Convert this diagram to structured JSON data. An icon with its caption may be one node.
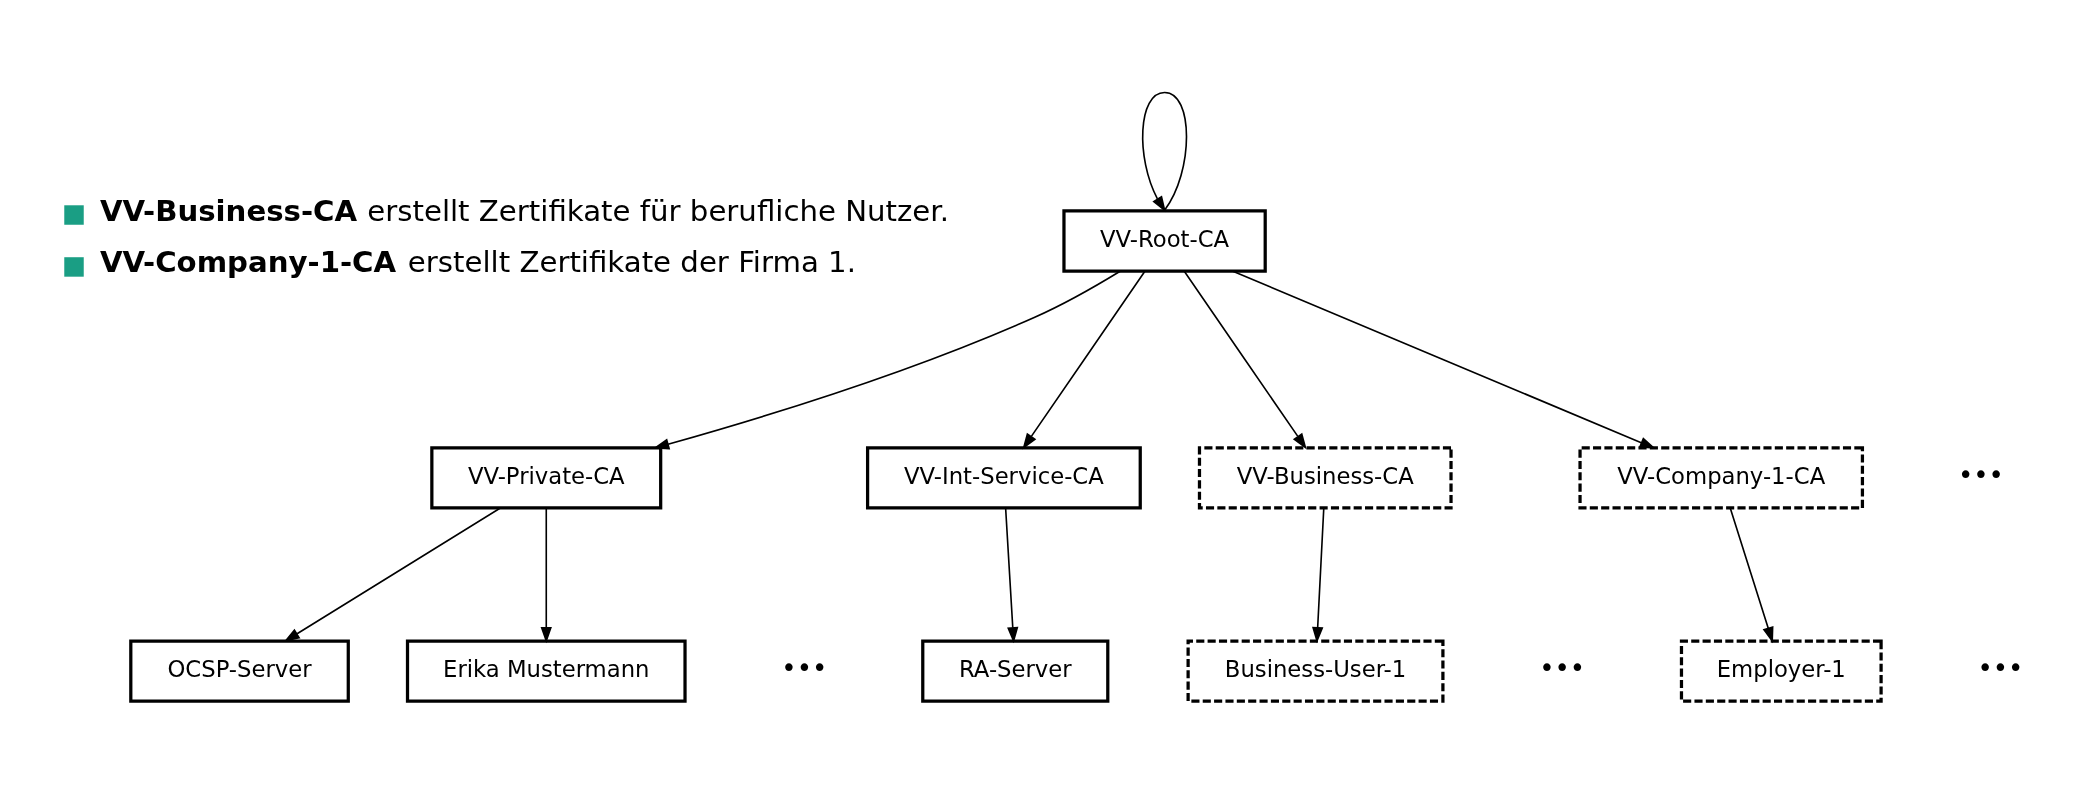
{
  "diagram": {
    "nodes": [
      {
        "text": [
          "VV-Root-CA"
        ]
      },
      {
        "text": [
          "VV-Private-CA"
        ]
      },
      {
        "text": [
          "VV-Int-Service-CA"
        ]
      },
      {
        "text": [
          "VV-Business-CA"
        ]
      },
      {
        "text": [
          "VV-Company-1-CA"
        ],
        "beside": [
          "•••"
        ]
      },
      {
        "text": [
          "OCSP-Server"
        ]
      },
      {
        "text": [
          "Erika Mustermann"
        ],
        "beside": [
          "•••"
        ]
      },
      {
        "text": [
          "RA-Server"
        ]
      },
      {
        "text": [
          "Business-User-1"
        ],
        "beside": [
          "•••"
        ]
      },
      {
        "text": [
          "Employer-1"
        ],
        "beside": [
          "•••"
        ]
      }
    ],
    "edges": [
      {
        "from": 0,
        "to": 0,
        "arrow": "to"
      },
      {
        "from": 0,
        "to": 1,
        "arrow": "to"
      },
      {
        "from": 0,
        "to": 2,
        "arrow": "to"
      },
      {
        "from": 0,
        "to": 3,
        "arrow": "to"
      },
      {
        "from": 0,
        "to": 4,
        "arrow": "to"
      },
      {
        "from": 1,
        "to": 5,
        "arrow": "to"
      },
      {
        "from": 1,
        "to": 6,
        "arrow": "to"
      },
      {
        "from": 2,
        "to": 7,
        "arrow": "to"
      },
      {
        "from": 3,
        "to": 8,
        "arrow": "to"
      },
      {
        "from": 4,
        "to": 9,
        "arrow": "to"
      }
    ],
    "labels": [
      "**VV-Business-CA** erstellt Zertifikate für berufliche Nutzer.",
      "**VV-Company-1-CA** erstellt Zertifikate der Firma 1."
    ]
  }
}
